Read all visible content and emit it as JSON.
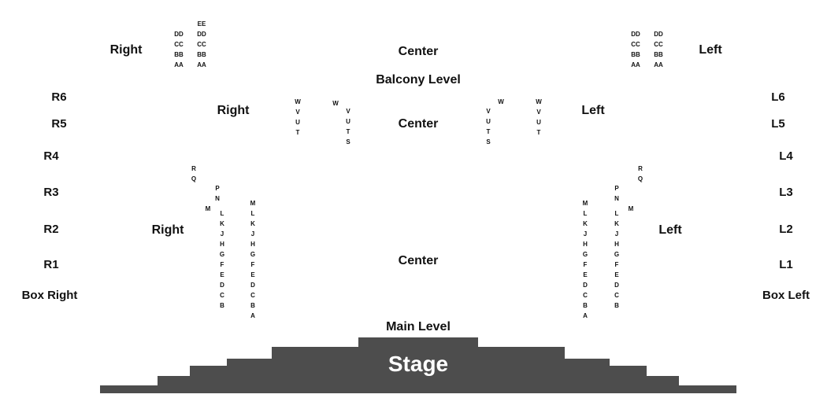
{
  "balcony": {
    "level_label": "Balcony Level",
    "upper": {
      "right": "Right",
      "center": "Center",
      "left": "Left"
    },
    "lower": {
      "right": "Right",
      "center": "Center",
      "left": "Left"
    },
    "upper_rows": {
      "right_a": [
        "EE",
        "DD",
        "CC",
        "BB",
        "AA"
      ],
      "right_b": [
        "DD",
        "CC",
        "BB",
        "AA"
      ],
      "left_a": [
        "DD",
        "CC",
        "BB",
        "AA"
      ],
      "left_b": [
        "DD",
        "CC",
        "BB",
        "AA"
      ]
    },
    "lower_rows": {
      "right_a": [
        "W",
        "V",
        "U",
        "T"
      ],
      "right_w": "W",
      "right_b": [
        "V",
        "U",
        "T",
        "S"
      ],
      "left_b": [
        "V",
        "U",
        "T",
        "S"
      ],
      "left_w": "W",
      "left_a": [
        "W",
        "V",
        "U",
        "T"
      ]
    }
  },
  "boxes": {
    "right": [
      "R6",
      "R5",
      "R4",
      "R3",
      "R2",
      "R1"
    ],
    "left": [
      "L6",
      "L5",
      "L4",
      "L3",
      "L2",
      "L1"
    ],
    "box_right": "Box Right",
    "box_left": "Box Left"
  },
  "main": {
    "level_label": "Main Level",
    "right": "Right",
    "center": "Center",
    "left": "Left",
    "rows": {
      "rq": [
        "R",
        "Q"
      ],
      "pn": [
        "P",
        "N"
      ],
      "m": "M",
      "lb": [
        "L",
        "K",
        "J",
        "H",
        "G",
        "F",
        "E",
        "D",
        "C",
        "B"
      ],
      "ma": [
        "M",
        "L",
        "K",
        "J",
        "H",
        "G",
        "F",
        "E",
        "D",
        "C",
        "B",
        "A"
      ]
    }
  },
  "stage": {
    "label": "Stage",
    "color": "#4d4d4d"
  }
}
